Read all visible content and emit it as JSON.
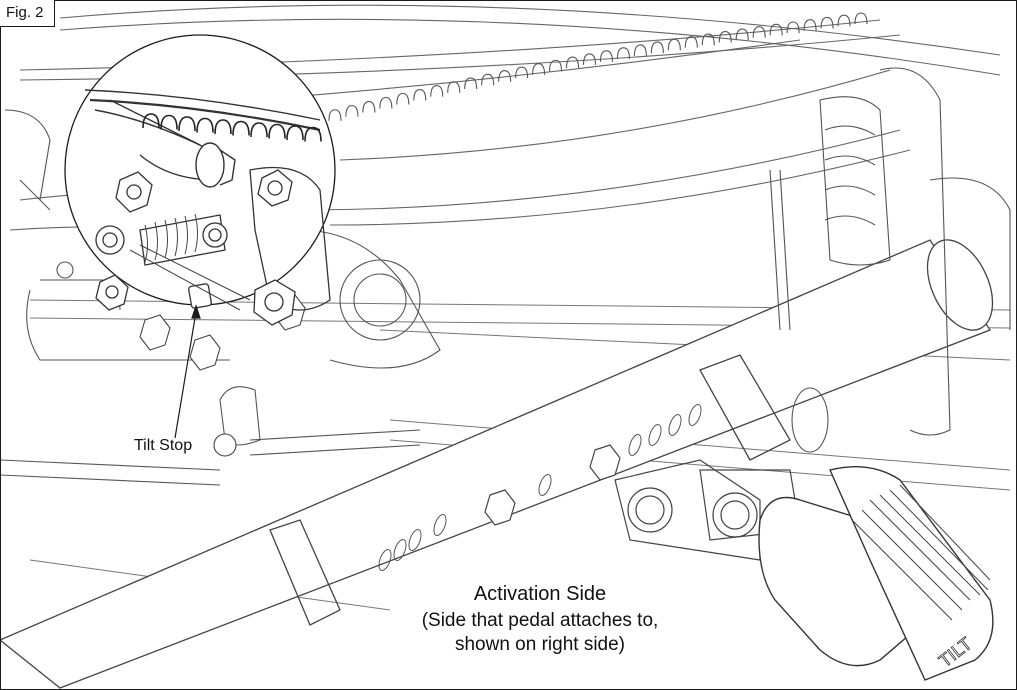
{
  "figure": {
    "label": "Fig. 2"
  },
  "callouts": {
    "tilt_stop": "Tilt Stop"
  },
  "caption": {
    "title": "Activation Side",
    "line1": "(Side that pedal attaches to,",
    "line2": "shown on right side)"
  },
  "pedal": {
    "marking": "TILT"
  },
  "colors": {
    "line": "#555555",
    "dark_line": "#1a1a1a",
    "background": "#ffffff"
  }
}
